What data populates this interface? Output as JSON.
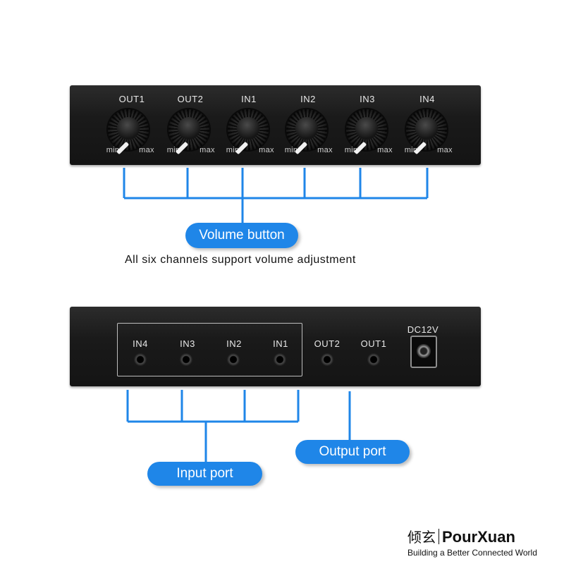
{
  "top_panel": {
    "knobs": [
      {
        "label": "OUT1",
        "min_label": "min",
        "max_label": "max"
      },
      {
        "label": "OUT2",
        "min_label": "min",
        "max_label": "max"
      },
      {
        "label": "IN1",
        "min_label": "min",
        "max_label": "max"
      },
      {
        "label": "IN2",
        "min_label": "min",
        "max_label": "max"
      },
      {
        "label": "IN3",
        "min_label": "min",
        "max_label": "max"
      },
      {
        "label": "IN4",
        "min_label": "min",
        "max_label": "max"
      }
    ]
  },
  "callouts": {
    "volume_button": "Volume button",
    "caption": "All six channels support volume adjustment",
    "input_port": "Input port",
    "output_port": "Output port"
  },
  "bottom_panel": {
    "jacks": [
      "IN4",
      "IN3",
      "IN2",
      "IN1",
      "OUT2",
      "OUT1"
    ],
    "power_label": "DC12V"
  },
  "branding": {
    "chinese_name": "倾玄",
    "english_name": "PourXuan",
    "tagline": "Building a Better Connected World"
  },
  "colors": {
    "callout_blue": "#1f86e8",
    "panel_black": "#1a1a1a"
  }
}
